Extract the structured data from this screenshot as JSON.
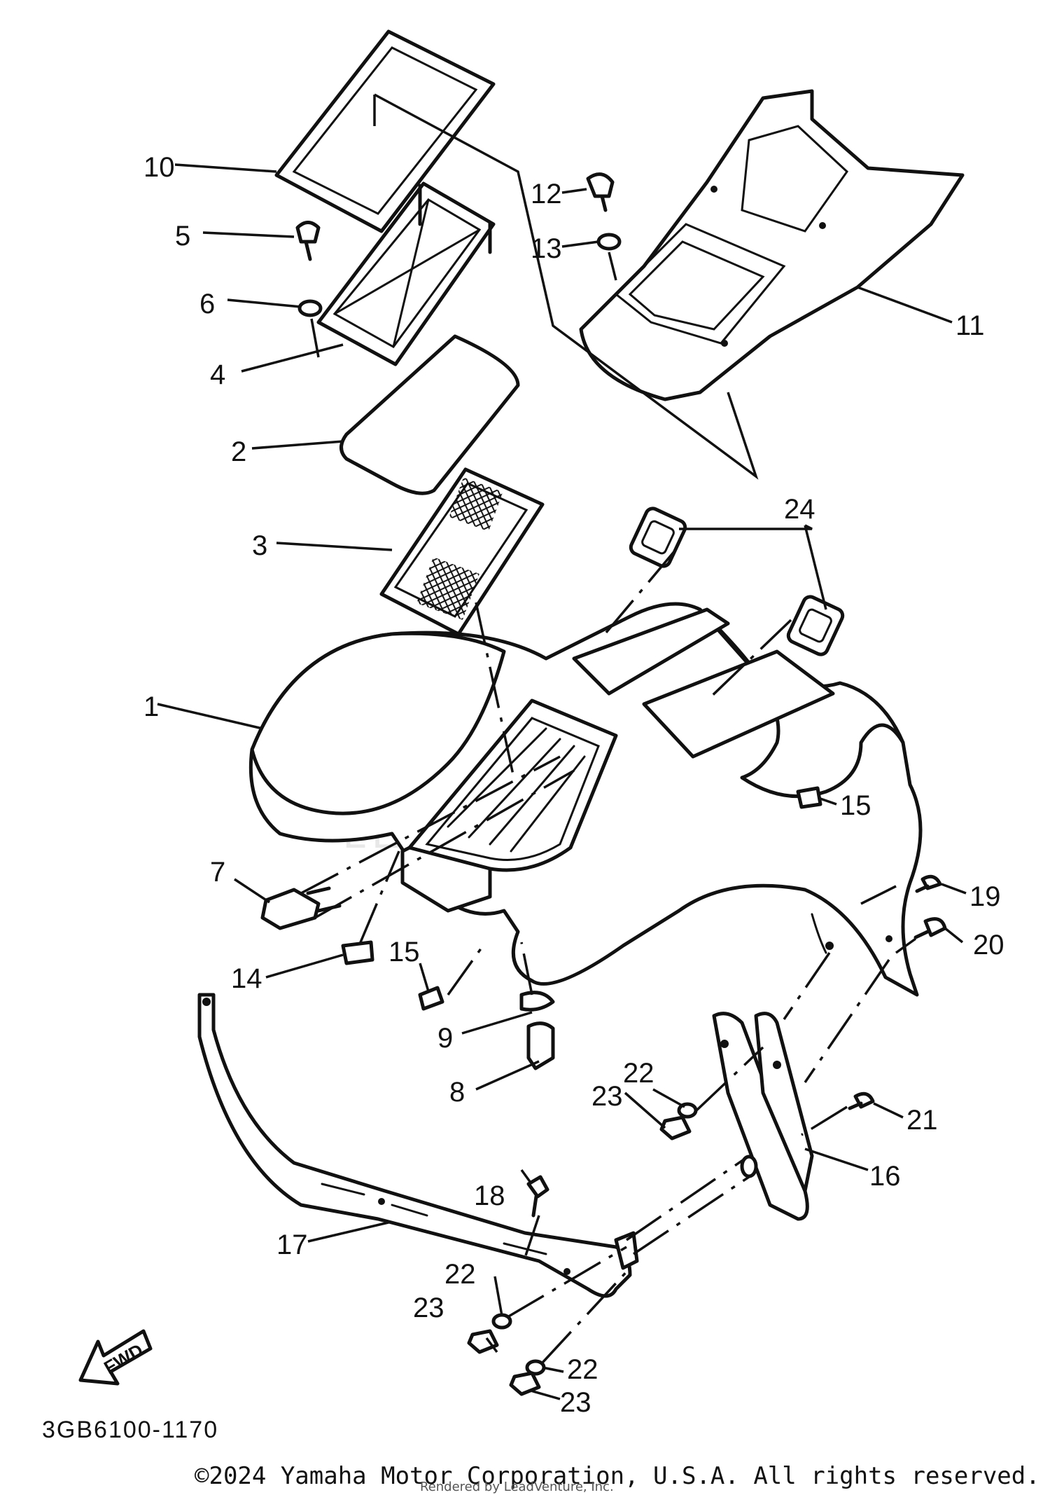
{
  "diagram": {
    "watermark": "LEADVENTURE",
    "callouts": {
      "c1": "1",
      "c2": "2",
      "c3": "3",
      "c4": "4",
      "c5": "5",
      "c6": "6",
      "c7": "7",
      "c8": "8",
      "c9": "9",
      "c10": "10",
      "c11": "11",
      "c12": "12",
      "c13": "13",
      "c14": "14",
      "c15a": "15",
      "c15b": "15",
      "c16": "16",
      "c17": "17",
      "c18": "18",
      "c19": "19",
      "c20": "20",
      "c21": "21",
      "c22a": "22",
      "c22b": "22",
      "c22c": "22",
      "c23a": "23",
      "c23b": "23",
      "c23c": "23",
      "c24": "24"
    },
    "fwd_label": "FWD",
    "part_code": "3GB6100-1170",
    "copyright": "©2024 Yamaha Motor Corporation, U.S.A. All rights reserved.",
    "rendered_by": "Rendered by LeadVenture, Inc."
  },
  "icons": {
    "fwd": "fwd-arrow-icon"
  }
}
